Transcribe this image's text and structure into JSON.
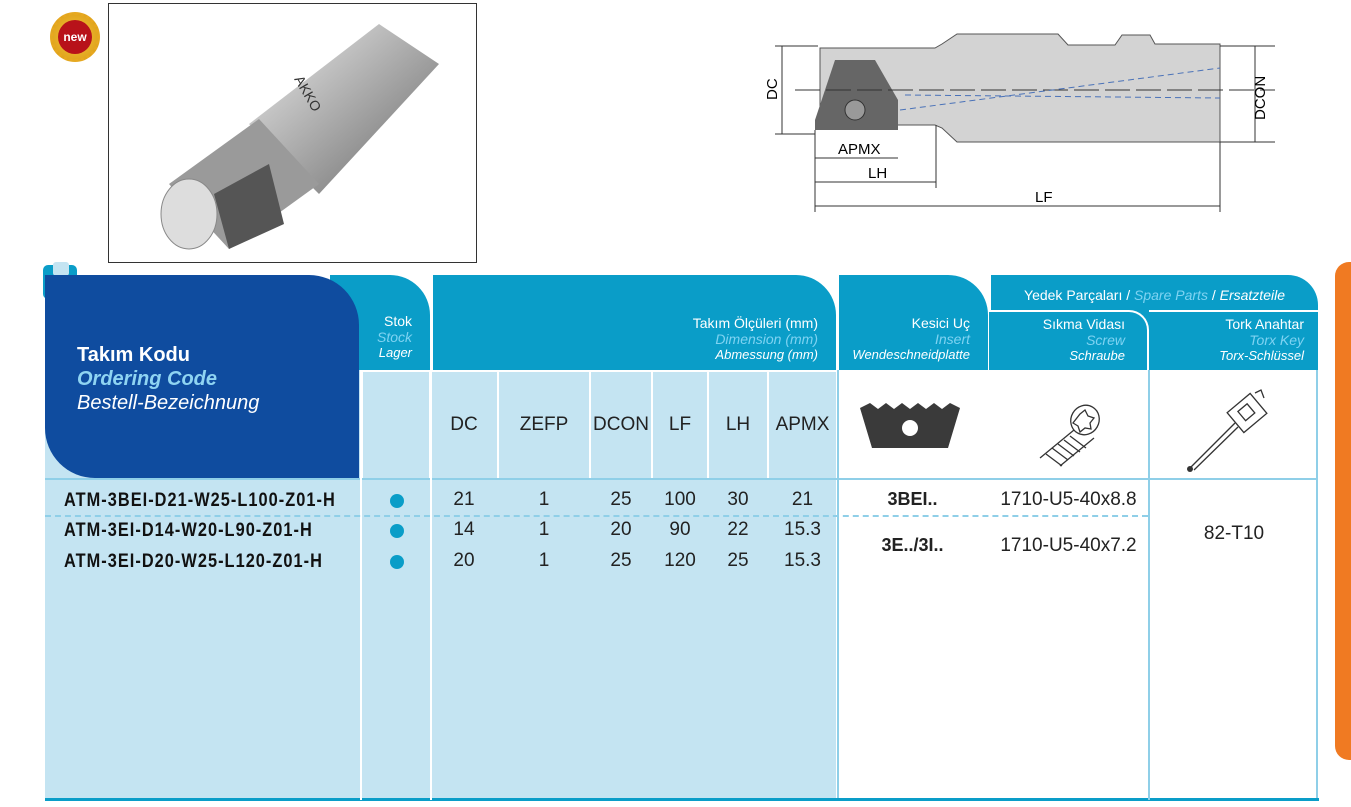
{
  "badge": {
    "label": "new"
  },
  "photo": {
    "brand": "AKKO"
  },
  "diagram": {
    "labels": {
      "dc": "DC",
      "dcon": "DCON",
      "apmx": "APMX",
      "lh": "LH",
      "lf": "LF"
    }
  },
  "table": {
    "code_header": {
      "tr": "Takım Kodu",
      "en": "Ordering Code",
      "de": "Bestell-Bezeichnung"
    },
    "stock_header": {
      "tr": "Stok",
      "en": "Stock",
      "de": "Lager"
    },
    "dim_header": {
      "tr": "Takım Ölçüleri (mm)",
      "en": "Dimension (mm)",
      "de": "Abmessung (mm)"
    },
    "insert_header": {
      "tr": "Kesici Uç",
      "en": "Insert",
      "de": "Wendeschneidplatte"
    },
    "spare_header": {
      "tr": "Yedek Parçaları",
      "en": "Spare Parts",
      "de": "Ersatzteile",
      "sep": "/"
    },
    "screw_header": {
      "tr": "Sıkma Vidası",
      "en": "Screw",
      "de": "Schraube"
    },
    "key_header": {
      "tr": "Tork Anahtar",
      "en": "Torx Key",
      "de": "Torx-Schlüssel"
    },
    "columns": [
      "DC",
      "ZEFP",
      "DCON",
      "LF",
      "LH",
      "APMX"
    ],
    "rows": [
      {
        "code": "ATM-3BEI-D21-W25-L100-Z01-H",
        "stock": true,
        "dc": "21",
        "zefp": "1",
        "dcon": "25",
        "lf": "100",
        "lh": "30",
        "apmx": "21"
      },
      {
        "code": "ATM-3EI-D14-W20-L90-Z01-H",
        "stock": true,
        "dc": "14",
        "zefp": "1",
        "dcon": "20",
        "lf": "90",
        "lh": "22",
        "apmx": "15.3"
      },
      {
        "code": "ATM-3EI-D20-W25-L120-Z01-H",
        "stock": true,
        "dc": "20",
        "zefp": "1",
        "dcon": "25",
        "lf": "120",
        "lh": "25",
        "apmx": "15.3"
      }
    ],
    "inserts": [
      "3BEI..",
      "3E../3I.."
    ],
    "screws": [
      "1710-U5-40x8.8",
      "1710-U5-40x7.2"
    ],
    "key": "82-T10"
  },
  "colors": {
    "teal": "#0a9dc8",
    "navy": "#0f4c9f",
    "light": "#c4e4f2",
    "orange": "#f07a22"
  }
}
